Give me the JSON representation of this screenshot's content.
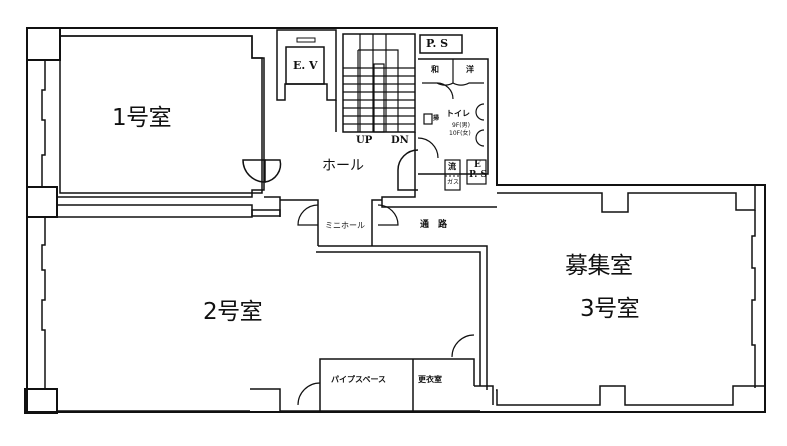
{
  "floorplan": {
    "rooms": {
      "room1": "1号室",
      "room2": "2号室",
      "room3_status": "募集室",
      "room3": "3号室",
      "hall": "ホール",
      "mini_hall": "ミニホール",
      "corridor": "通　路",
      "pipe_space": "パイプスペース",
      "changing_room": "更衣室",
      "toilet": "トイレ",
      "toilet_note_1": "9F(男)",
      "toilet_note_2": "10F(女)",
      "toilet_wa": "和",
      "toilet_yo": "洋",
      "ps_top": "P. S",
      "eps_e": "E",
      "eps_ps": "P. S",
      "ev": "E. V",
      "stairs_up": "UP",
      "stairs_dn": "DN",
      "sink": "流",
      "gas": "ガス",
      "mop": "掃"
    },
    "colors": {
      "line": "#111111",
      "background": "#ffffff"
    }
  }
}
